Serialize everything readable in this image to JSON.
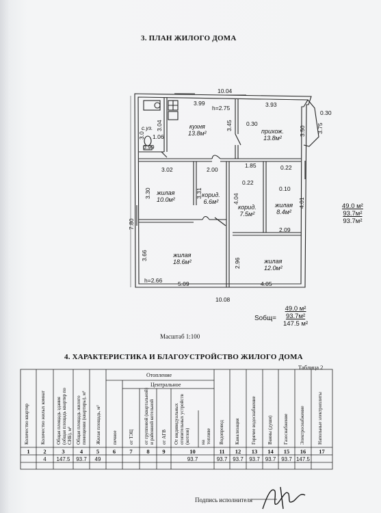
{
  "section3": {
    "title": "3. ПЛАН ЖИЛОГО ДОМА"
  },
  "plan": {
    "dims": {
      "top_total": "10.04",
      "bottom_total": "10.08",
      "left_total": "7.80",
      "kitchen_width": "3.99",
      "ceiling": "h=2.75",
      "hall_width": "3.93",
      "porch_depth": "0.30",
      "hall_depth": "3.75",
      "hall_wall": "3.50",
      "kitchen_depth": "3.45",
      "kitchen_inner": "0.30",
      "bath_depth": "3.04",
      "bath_w1": "3.0",
      "bath_w2": "0.99",
      "bath_w3": "1.06",
      "room10_width": "3.02",
      "corr1_width": "2.00",
      "corr2_width": "1.85",
      "corr2_inner": "0.22",
      "corr2_depth": "4.04",
      "small_w": "0.22",
      "small_w2": "0.10",
      "room10_depth": "3.30",
      "corr1_depth": "3.31",
      "room84_depth": "4.01",
      "room84_width": "2.09",
      "room186_depth": "3.66",
      "room186_height": "h=2.66",
      "room186_width": "5.09",
      "room12_depth": "2.96",
      "room12_width": "4.05"
    },
    "rooms": {
      "kitchen": {
        "name": "кухня",
        "area": "13.8м²"
      },
      "hall": {
        "name": "прихож.",
        "area": "13.8м²"
      },
      "bath": {
        "name": "с.уз."
      },
      "living1": {
        "name": "жилая",
        "area": "10.0м²"
      },
      "corridor1": {
        "name": "корид.",
        "area": "6.6м²"
      },
      "corridor2": {
        "name": "корид.",
        "area": "7.5м²"
      },
      "living2": {
        "name": "жилая",
        "area": "8.4м²"
      },
      "living3": {
        "name": "жилая",
        "area": "18.6м²"
      },
      "living4": {
        "name": "жилая",
        "area": "12.0м²"
      }
    },
    "side_areas": [
      "49.0 м²",
      "93.7м²",
      "93.7м²"
    ],
    "total_label": "Sобщ=",
    "total_areas": [
      "49.0 м²",
      "93.7м²",
      "147.5 м²"
    ],
    "scale": "Масштаб  1:100"
  },
  "section4": {
    "title": "4. ХАРАКТЕРИСТИКА И БЛАГОУСТРОЙСТВО ЖИЛОГО ДОМА",
    "table_label": "Таблица 2"
  },
  "table": {
    "headers": {
      "c1": "Количество квартир",
      "c2": "Количество жилых комнат",
      "c3": [
        "Общая площадь здания",
        "(общая площадь квартир по",
        "СНБ), м²"
      ],
      "c4": [
        "Общая площадь жилого",
        "помещения (квартиры), м²"
      ],
      "c5": "Жилая площадь, м²",
      "heating": "Отопление",
      "central": "Центральное",
      "c6": "печное",
      "c7": "от ТЭЦ",
      "c8": [
        "от групповой (квартальной)",
        "и районной котельной"
      ],
      "c9": "от АГВ",
      "c10": [
        "От индивидуальных",
        "отопительных устройств",
        "(котлов)"
      ],
      "c10b": [
        "на",
        "топливе"
      ],
      "c11": "Водопровод",
      "c12": "Канализация",
      "c13": "Горячее водоснабжение",
      "c14": "Ванны (души)",
      "c15": "Газоснабжение",
      "c16": "Электроснабжение",
      "c17": "Напольные электроплиты"
    },
    "col_numbers": [
      "1",
      "2",
      "3",
      "4",
      "5",
      "6",
      "7",
      "8",
      "9",
      "10",
      "11",
      "12",
      "13",
      "14",
      "15",
      "16",
      "17"
    ],
    "row": {
      "c2": "4",
      "c3": "147.5",
      "c4": "93.7",
      "c5": "49",
      "c10": "93.7",
      "c11": "93.7",
      "c12": "93.7",
      "c13": "93.7",
      "c14": "93.7",
      "c15": "93.7",
      "c16": "147.5"
    }
  },
  "signature_label": "Подпись исполнителя"
}
